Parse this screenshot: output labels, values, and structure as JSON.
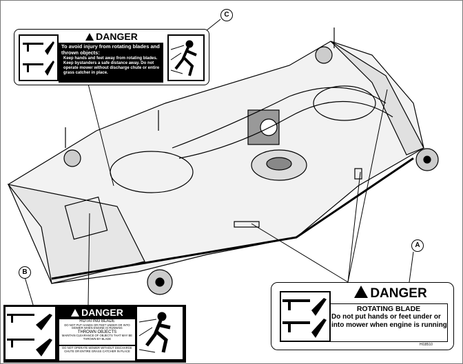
{
  "callouts": {
    "a": "A",
    "b": "B",
    "c": "C"
  },
  "decal_c": {
    "title": "DANGER",
    "lead": "To avoid injury from rotating blades and thrown objects:",
    "body": "Keep hands and feet away from rotating blades. Keep bystanders a safe distance away. Do not operate mower without discharge chute or entire grass catcher in place."
  },
  "decal_a": {
    "title": "DANGER",
    "heading": "ROTATING BLADE",
    "body": "Do not put hands or feet under or into mower when engine is running",
    "code": "HI18510"
  },
  "decal_b": {
    "title": "DANGER",
    "heading1": "ROTATING BLADE",
    "body1": "DO NOT PUT HANDS OR FEET UNDER OR INTO MOWER WHEN ENGINE IS RUNNING",
    "heading2": "THROWN OBJECTS",
    "body2": "MAINTAIN CLEARANCE OF OBJECTS THAT MAY BE THROWN BY BLADE",
    "body3": "DO NOT OPERATE MOWER WITHOUT DISCHARGE CHUTE OR ENTIRE GRASS CATCHER IN PLACE"
  },
  "colors": {
    "ink": "#000000",
    "paper": "#ffffff",
    "deck_shade": "#e6e6e6"
  }
}
